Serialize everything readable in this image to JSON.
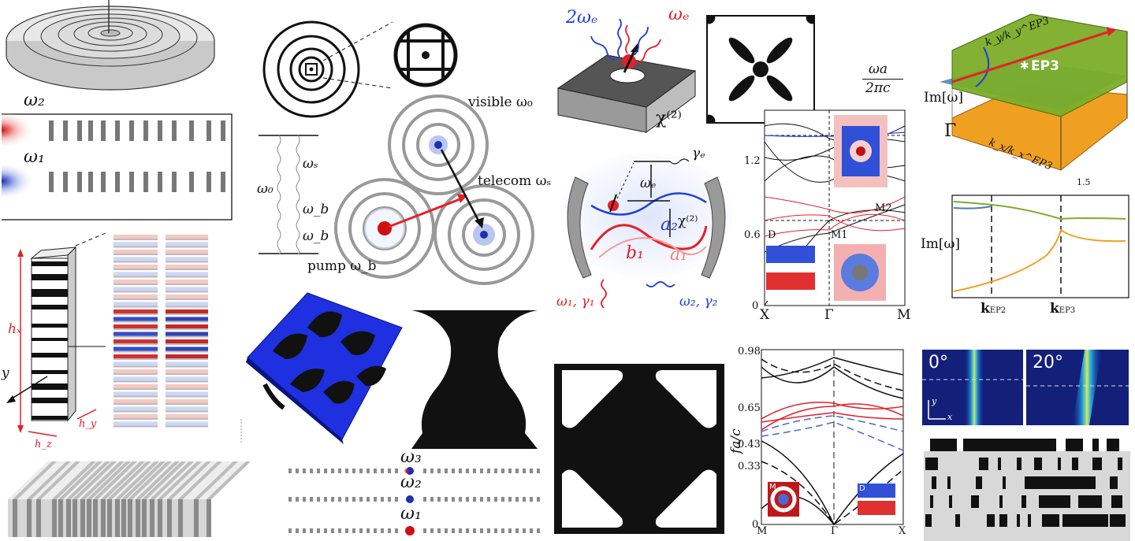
{
  "panel_ring_resonator": {
    "omega2": "ω₂",
    "omega1": "ω₁"
  },
  "panel_triple_resonator": {
    "visible": "visible ω₀",
    "telecom": "telecom ωₛ",
    "pump": "pump ω_b",
    "omega0": "ω₀",
    "omega_s": "ωₛ",
    "omega_b_upper": "ω_b",
    "omega_b_lower": "ω_b"
  },
  "panel_emitter_slab": {
    "two_omega_e": "2ωₑ",
    "omega_e": "ωₑ",
    "chi2": "χ⁽²⁾"
  },
  "panel_cavity": {
    "gamma_e": "γₑ",
    "omega_e": "ωₑ",
    "chi2": "χ⁽²⁾",
    "a2": "a₂",
    "b1": "b₁",
    "a1": "a₁",
    "omega1_gamma1": "ω₁, γ₁",
    "omega2_gamma2": "ω₂, γ₂"
  },
  "panel_band_structure": {
    "ylabel_num": "ωa",
    "ylabel_den": "2πc",
    "tick_12": "1.2",
    "tick_06": "0.6",
    "tick_0": "0",
    "x_X": "X",
    "x_Gamma": "Γ",
    "x_M": "M",
    "label_M2": "M2",
    "label_M1": "M1",
    "label_D": "D"
  },
  "panel_ep_surface": {
    "ky": "k_y/k_y^EP3",
    "kx": "k_x/k_x^EP3",
    "ep3": "EP3",
    "im_omega": "Im[ω]",
    "gamma": "Γ",
    "tick_15": "1.5"
  },
  "panel_ep_lines": {
    "im_omega": "Im[ω]",
    "k_ep2": "k",
    "k_ep2_sub": "EP2",
    "k_ep3": "k",
    "k_ep3_sub": "EP3"
  },
  "panel_multilayer": {
    "hx": "hₓ",
    "y": "y",
    "hz": "h_z",
    "hy": "h_y"
  },
  "panel_fa_bands": {
    "ylabel": "fa/c",
    "t098": "0.98",
    "t065": "0.65",
    "t043": "0.43",
    "t033": "0.33",
    "t0": "0",
    "x_M": "M",
    "x_Gamma": "Γ",
    "x_X": "X",
    "inset_M": "M",
    "inset_D": "D"
  },
  "panel_angles": {
    "a0": "0°",
    "a20": "20°",
    "y": "y",
    "x": "x"
  },
  "panel_modes_bottom": {
    "w3": "ω₃",
    "w2": "ω₂",
    "w1": "ω₁"
  },
  "colors": {
    "red": "#e4202a",
    "blue": "#1f3fd6",
    "green": "#7cae2a",
    "orange": "#f0a020",
    "steel": "#4a7bb8"
  }
}
